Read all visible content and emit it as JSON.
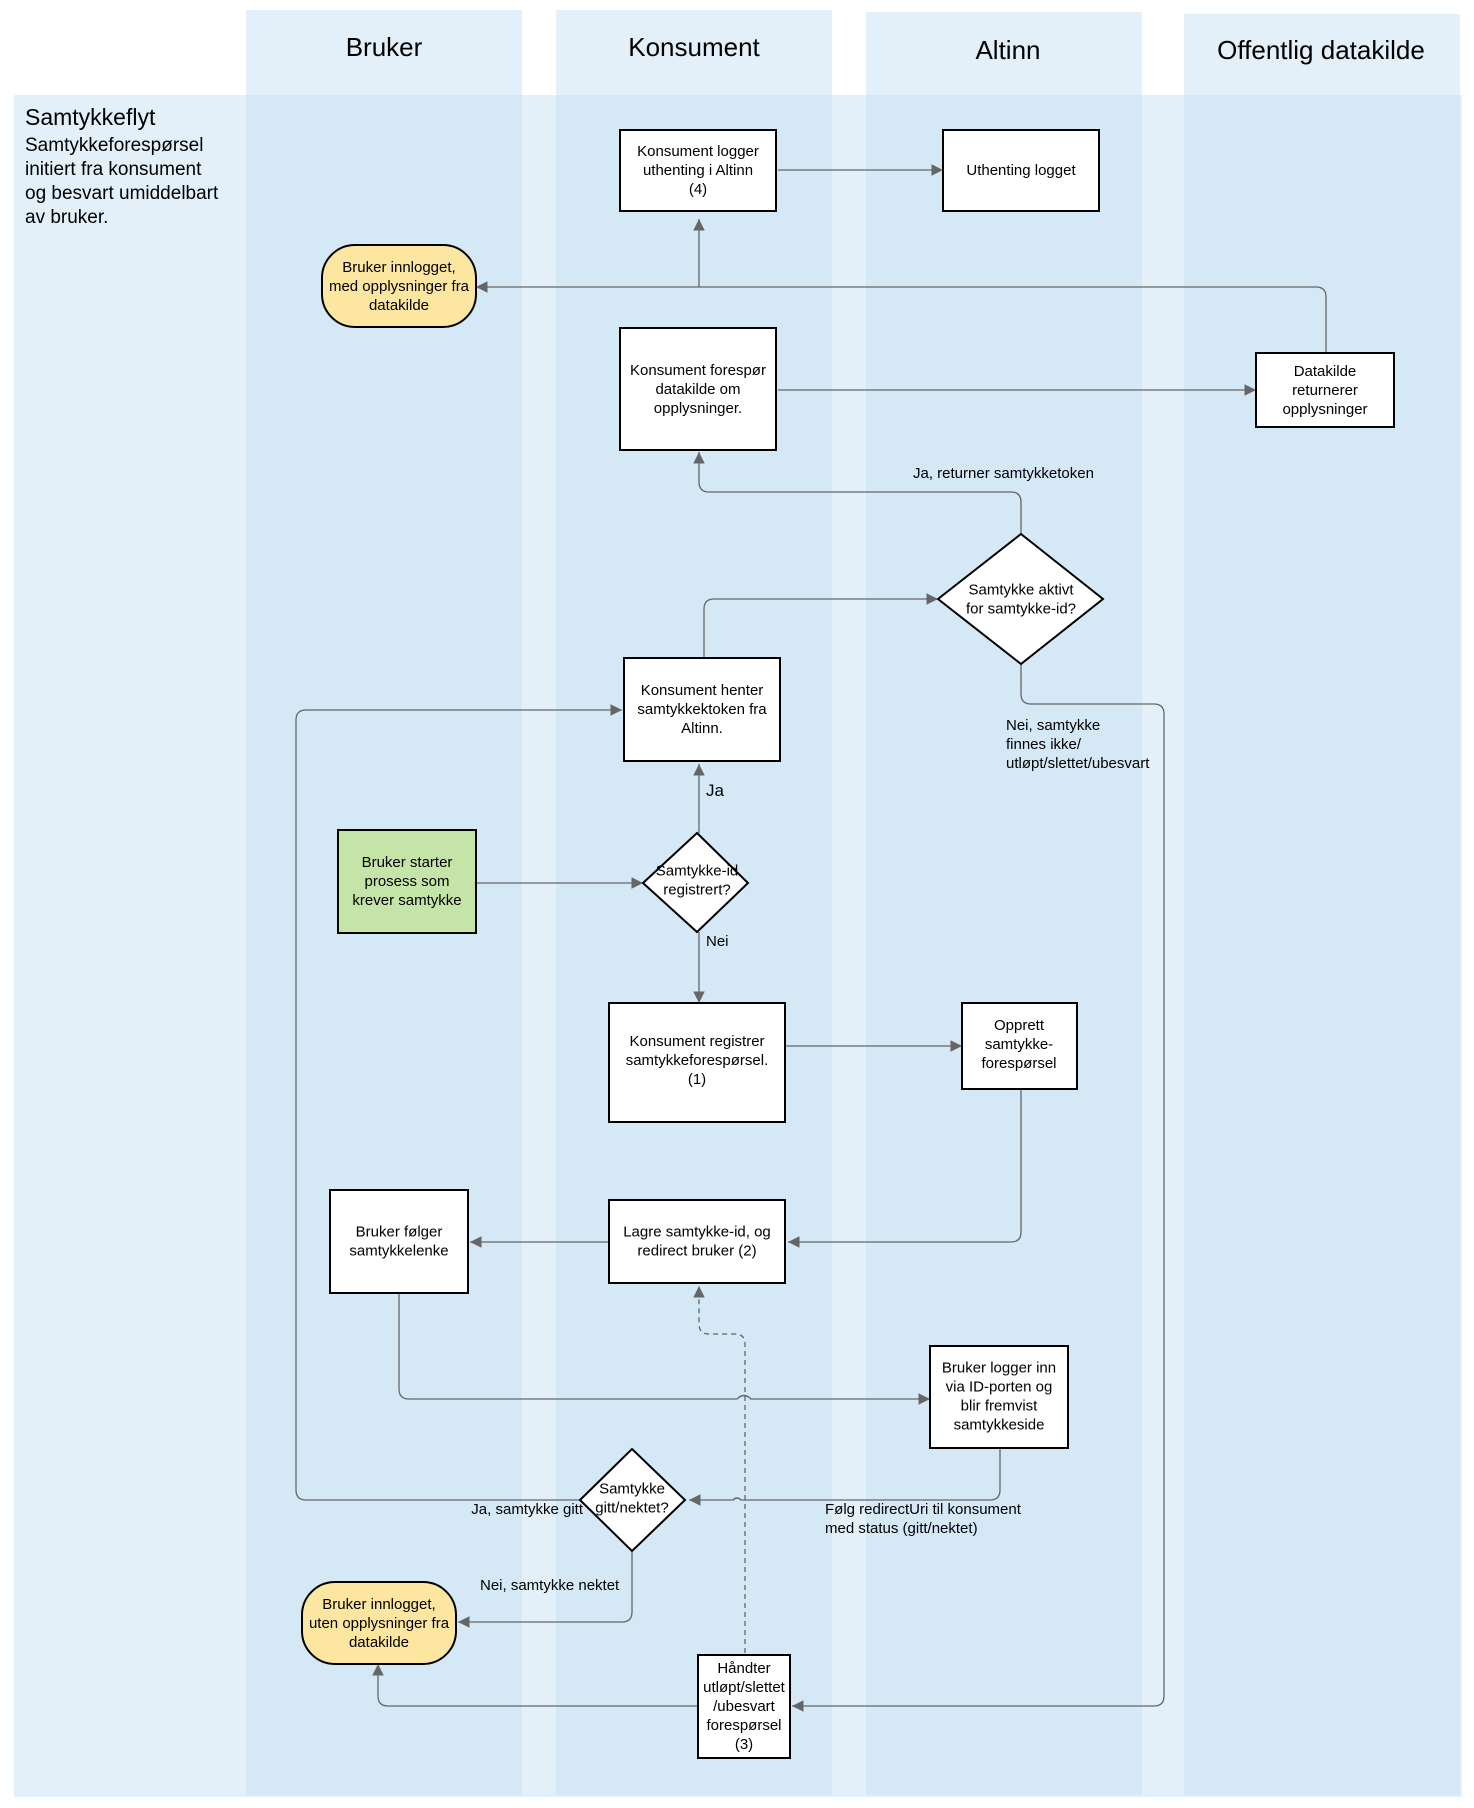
{
  "intro": {
    "title": "Samtykkeflyt",
    "lines": [
      "Samtykkeforespørsel",
      "initiert fra konsument",
      "og besvart umiddelbart",
      "av bruker."
    ]
  },
  "lanes": {
    "bruker": "Bruker",
    "konsument": "Konsument",
    "altinn": "Altinn",
    "datakilde": "Offentlig datakilde"
  },
  "nodes": {
    "konsument_logger": [
      "Konsument logger",
      "uthenting i Altinn",
      "(4)"
    ],
    "uthenting_logget": [
      "Uthenting logget"
    ],
    "bruker_innlogget_med": [
      "Bruker innlogget,",
      "med opplysninger fra",
      "datakilde"
    ],
    "konsument_forespor": [
      "Konsument forespør",
      "datakilde om",
      "opplysninger."
    ],
    "datakilde_returnerer": [
      "Datakilde",
      "returnerer",
      "opplysninger"
    ],
    "samtykke_aktivt": [
      "Samtykke aktivt",
      "for samtykke-id?"
    ],
    "konsument_henter": [
      "Konsument henter",
      "samtykkektoken fra",
      "Altinn."
    ],
    "bruker_starter": [
      "Bruker starter",
      "prosess som",
      "krever samtykke"
    ],
    "samtykke_id_registrert": [
      "Samtykke-id",
      "registrert?"
    ],
    "konsument_registrer": [
      "Konsument registrer",
      "samtykkeforespørsel.",
      "(1)"
    ],
    "opprett": [
      "Opprett",
      "samtykke-",
      "forespørsel"
    ],
    "bruker_folger": [
      "Bruker følger",
      "samtykkelenke"
    ],
    "lagre": [
      "Lagre samtykke-id, og",
      "redirect bruker (2)"
    ],
    "bruker_logger_inn": [
      "Bruker logger inn",
      "via ID-porten og",
      "blir fremvist",
      "samtykkeside"
    ],
    "samtykke_gitt": [
      "Samtykke",
      "gitt/nektet?"
    ],
    "bruker_innlogget_uten": [
      "Bruker innlogget,",
      "uten opplysninger fra",
      "datakilde"
    ],
    "handter": [
      "Håndter",
      "utløpt/slettet",
      "/ubesvart",
      "forespørsel",
      "(3)"
    ]
  },
  "edge_labels": {
    "ja_token": [
      "Ja, returner samtykketoken"
    ],
    "nei_samtykke": [
      "Nei, samtykke",
      "finnes ikke/",
      "utløpt/slettet/ubesvart"
    ],
    "ja": [
      "Ja"
    ],
    "nei": [
      "Nei"
    ],
    "ja_gitt": [
      "Ja, samtykke gitt"
    ],
    "folg_redirect": [
      "Følg redirectUri til konsument",
      "med status (gitt/nektet)"
    ],
    "nei_nektet": [
      "Nei, samtykke nektet"
    ]
  },
  "colors": {
    "lane_header": "#e3f0f9",
    "lane_body": "#d5e8f6",
    "band": "#e3f0f9",
    "start_green": "#c5e4a8",
    "terminal_yellow": "#fde6a0",
    "connector": "#666666"
  }
}
